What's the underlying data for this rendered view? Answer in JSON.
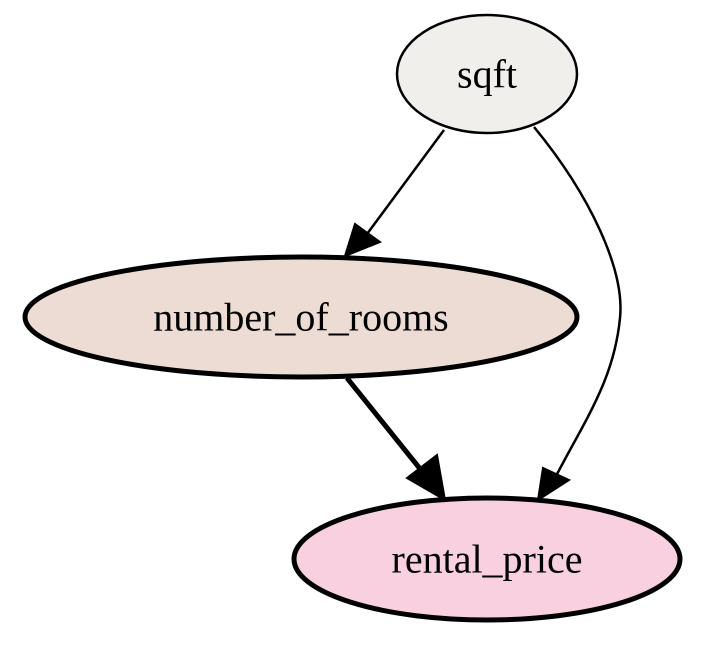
{
  "nodes": [
    {
      "id": "sqft",
      "label": "sqft",
      "fill": "#f0efeb"
    },
    {
      "id": "number_of_rooms",
      "label": "number_of_rooms",
      "fill": "#ecdcd3"
    },
    {
      "id": "rental_price",
      "label": "rental_price",
      "fill": "#f9d0e0"
    }
  ],
  "edges": [
    {
      "from": "sqft",
      "to": "number_of_rooms"
    },
    {
      "from": "sqft",
      "to": "rental_price"
    },
    {
      "from": "number_of_rooms",
      "to": "rental_price"
    }
  ],
  "colors": {
    "stroke": "#000000",
    "background": "#ffffff"
  }
}
